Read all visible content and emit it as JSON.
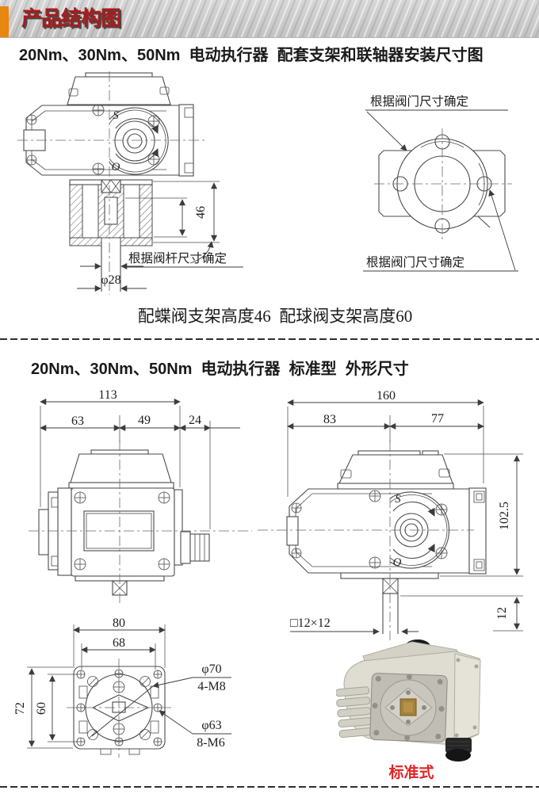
{
  "banner": {
    "title": "产品结构图"
  },
  "colors": {
    "banner_accent": "#E8860F",
    "banner_title": "#AA1B1B",
    "photo_caption_red": "#E02424"
  },
  "section1": {
    "heading": "20Nm、30Nm、50Nm  电动执行器  配套支架和联轴器安装尺寸图",
    "actuator_view": {
      "mark_s": "S",
      "mark_o": "O",
      "dim_bracket_height": "46",
      "dim_stem_dia": "φ28",
      "stem_note": "根据阀杆尺寸确定"
    },
    "flange_view": {
      "note_top": "根据阀门尺寸确定",
      "note_bottom": "根据阀门尺寸确定"
    },
    "caption": "配蝶阀支架高度46  配球阀支架高度60"
  },
  "section2": {
    "heading": "20Nm、30Nm、50Nm  电动执行器  标准型  外形尺寸",
    "front_view": {
      "dim_width": "113",
      "dim_left": "63",
      "dim_right": "49",
      "dim_depth": "24"
    },
    "side_view": {
      "dim_length": "160",
      "dim_left": "83",
      "dim_right": "77",
      "dim_height": "102.5",
      "dim_stem": "12",
      "shaft_label": "□12×12",
      "mark_s": "S",
      "mark_o": "O"
    },
    "bottom_view": {
      "dim_outer_width": "80",
      "dim_inner_width": "68",
      "dim_outer_height": "72",
      "dim_inner_height": "60",
      "bolt_circle_large": "φ70",
      "bolt_spec_large": "4-M8",
      "bolt_circle_small": "φ63",
      "bolt_spec_small": "8-M6"
    },
    "photo_caption": "标准式"
  }
}
